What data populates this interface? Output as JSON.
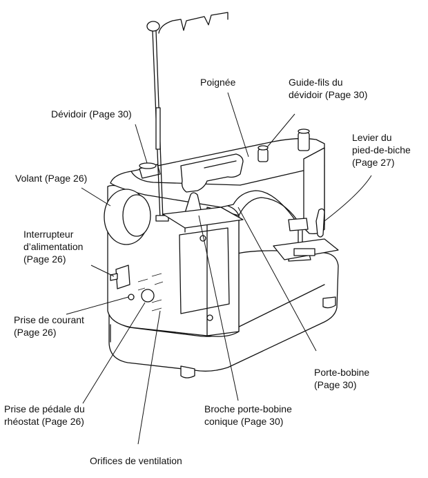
{
  "labels": {
    "devidoir": "Dévidoir (Page 30)",
    "poignee": "Poignée",
    "guide_fils": "Guide-fils du\ndévidoir (Page 30)",
    "levier": "Levier du\npied-de-biche\n(Page 27)",
    "volant": "Volant (Page 26)",
    "interrupteur": "Interrupteur\nd’alimentation\n(Page 26)",
    "prise_courant": "Prise de courant\n(Page 26)",
    "porte_bobine": "Porte-bobine\n(Page 30)",
    "prise_pedale": "Prise de pédale du\nrhéostat (Page 26)",
    "broche": "Broche porte-bobine\nconique (Page 30)",
    "orifices": "Orifices de ventilation"
  }
}
